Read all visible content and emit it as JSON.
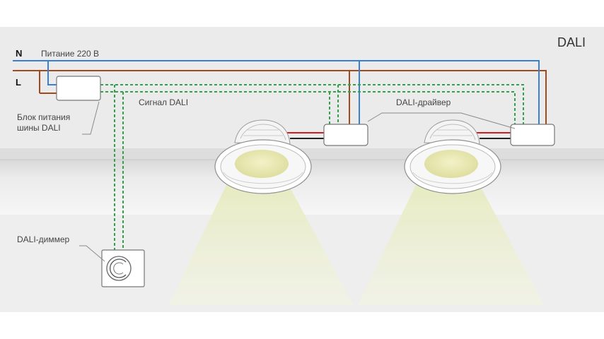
{
  "title": "DALI",
  "labels": {
    "neutral": "N",
    "line": "L",
    "power": "Питание 220 В",
    "psu_line1": "Блок питания",
    "psu_line2": "шины DALI",
    "signal": "Сигнал DALI",
    "driver": "DALI-драйвер",
    "dimmer": "DALI-диммер"
  },
  "colors": {
    "neutral_wire": "#3a7fd0",
    "line_wire": "#a24a1e",
    "signal_wire": "#2fa24a",
    "red_wire": "#d21e1e",
    "ceiling": "#e8e8e8",
    "light_cone": "#eef1d2"
  },
  "icons": {
    "psu": "power-supply-box",
    "driver": "led-driver-box",
    "luminaire": "downlight-icon",
    "dimmer": "rotary-dimmer-icon"
  }
}
